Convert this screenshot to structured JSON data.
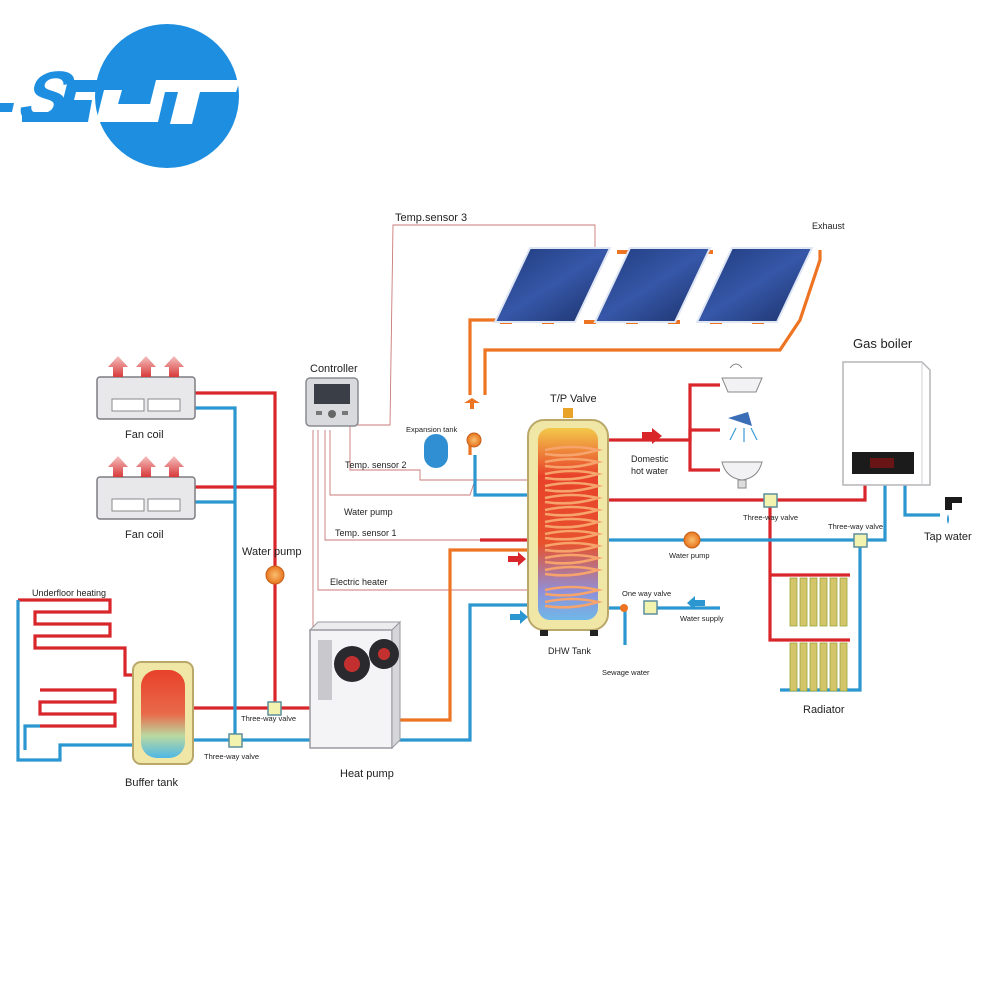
{
  "brand": {
    "logo_text": "SST",
    "logo_color": "#1e8fe0"
  },
  "colors": {
    "hot_pipe": "#d8262b",
    "cold_pipe": "#2b96cf",
    "solar_pipe": "#ec7422",
    "signal_wire": "#c97a78"
  },
  "labels": {
    "temp_sensor_3": "Temp.sensor 3",
    "exhaust": "Exhaust",
    "gas_boiler": "Gas boiler",
    "controller": "Controller",
    "tp_valve": "T/P Valve",
    "expansion_tank": "Expansion tank",
    "temp_sensor_2": "Temp. sensor 2",
    "domestic_hot_water_1": "Domestic",
    "domestic_hot_water_2": "hot water",
    "water_pump_top": "Water pump",
    "temp_sensor_1": "Temp. sensor 1",
    "electric_heater": "Electric heater",
    "fan_coil_1": "Fan coil",
    "fan_coil_2": "Fan coil",
    "water_pump_left": "Water pump",
    "underfloor_heating": "Underfloor heating",
    "buffer_tank": "Buffer tank",
    "three_way_valve_1": "Three-way valve",
    "three_way_valve_2": "Three-way valve",
    "heat_pump": "Heat pump",
    "dhw_tank": "DHW Tank",
    "one_way_valve": "One way valve",
    "water_supply": "Water supply",
    "sewage_water": "Sewage water",
    "water_pump_right": "Water pump",
    "three_way_valve_3": "Three-way valve",
    "three_way_valve_4": "Three-way valve",
    "tap_water": "Tap water",
    "radiator": "Radiator"
  }
}
